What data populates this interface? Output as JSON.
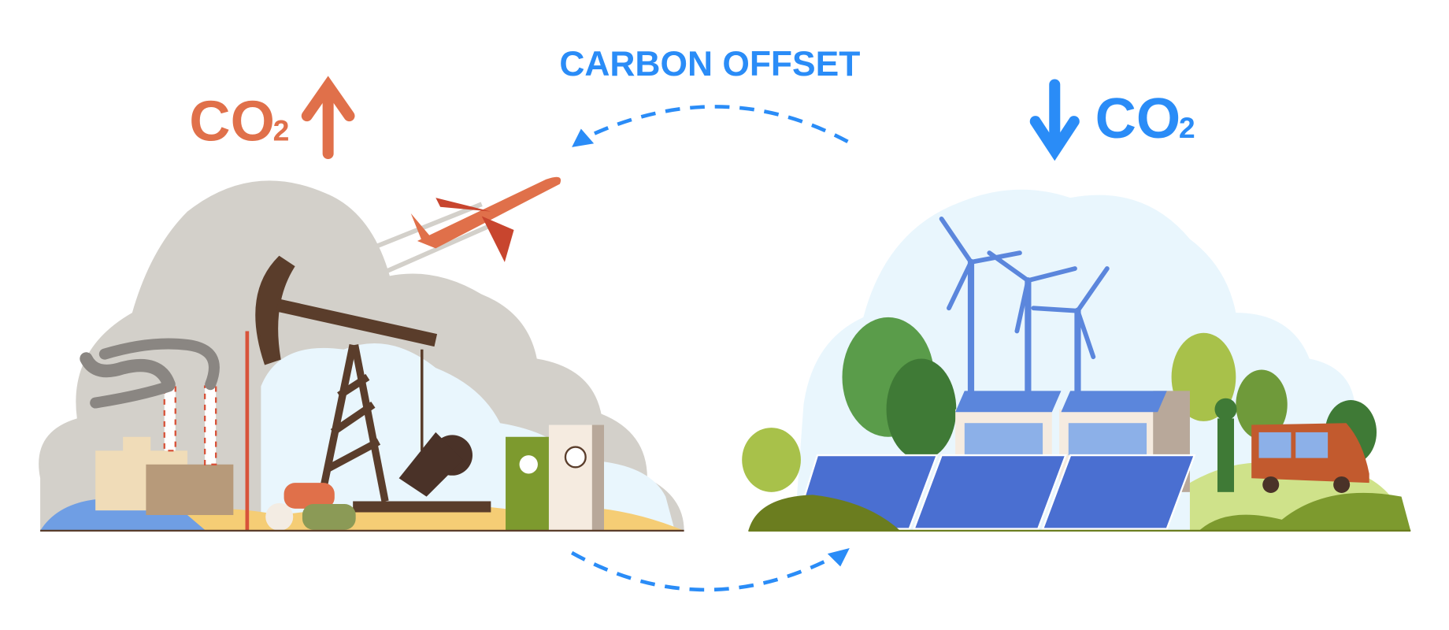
{
  "title": "CARBON OFFSET",
  "left": {
    "label_main": "CO",
    "label_sub": "2",
    "direction": "up",
    "color": "#e0704a"
  },
  "right": {
    "label_main": "CO",
    "label_sub": "2",
    "direction": "down",
    "color": "#2a8cf7"
  },
  "colors": {
    "title": "#2a8cf7",
    "arrows": "#2a8cf7",
    "smoke": "#d3d0ca",
    "sky": "#e9f6fd"
  }
}
